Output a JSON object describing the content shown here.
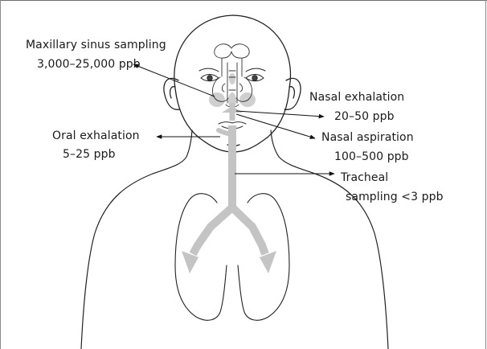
{
  "labels": {
    "maxillary_line1": "Maxillary sinus sampling",
    "maxillary_line2": "3,000–25,000 ppb",
    "nasal_exhalation_line1": "Nasal exhalation",
    "nasal_exhalation_line2": "20–50 ppb",
    "oral_exhalation_line1": "Oral exhalation",
    "oral_exhalation_line2": "5–25 ppb",
    "nasal_aspiration_line1": "Nasal aspiration",
    "nasal_aspiration_line2": "100–500 ppb",
    "tracheal_line1": "Tracheal",
    "tracheal_line2": "sampling <3 ppb"
  },
  "colors": {
    "outline": "#222222",
    "airway": "#c4c4c4",
    "sinus": "#cfcfcf",
    "arrow": "#111111"
  }
}
